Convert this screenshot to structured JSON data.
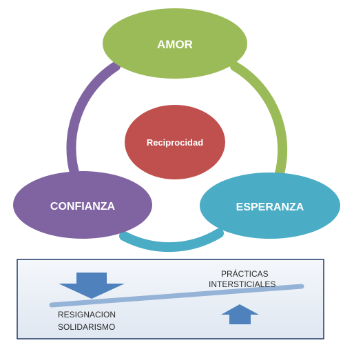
{
  "nodes": {
    "top": {
      "label": "AMOR",
      "color": "#9bbb59"
    },
    "right": {
      "label": "ESPERANZA",
      "color": "#4bacc6"
    },
    "left": {
      "label": "CONFIANZA",
      "color": "#8064a2"
    },
    "center": {
      "label": "Reciprocidad",
      "color": "#c0504d"
    }
  },
  "connectors": {
    "top_right": {
      "color": "#9bbb59"
    },
    "right_left": {
      "color": "#4bacc6"
    },
    "left_top": {
      "color": "#8064a2"
    }
  },
  "panel": {
    "left_text_line1": "RESIGNACION",
    "left_text_line2": "SOLIDARISMO",
    "right_text_line1": "PRÁCTICAS",
    "right_text_line2": "INTERSTICIALES",
    "arrow_color": "#4f81bd",
    "bar_color": "#95b3d7",
    "background": "#e9eef5",
    "border": "#1f3864"
  }
}
